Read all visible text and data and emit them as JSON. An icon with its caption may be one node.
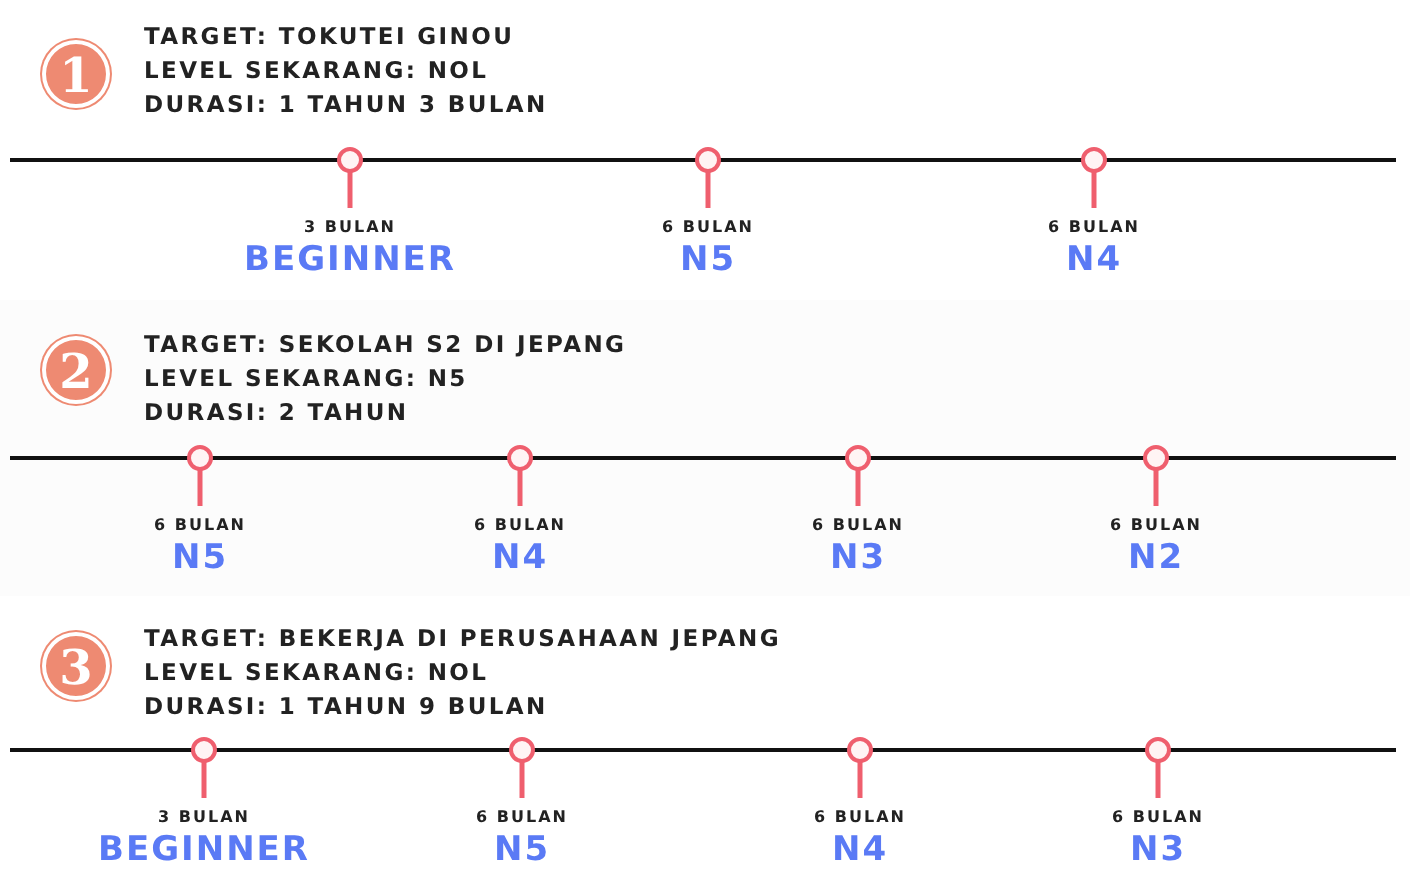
{
  "diagram": {
    "nodes": [
      {
        "text": [
          "1"
        ],
        "beside": [
          "TARGET: TOKUTEI GINOU",
          "LEVEL SEKARANG: NOL",
          "DURASI: 1 TAHUN 3 BULAN"
        ]
      },
      {
        "text": [],
        "shape": "circle",
        "beside": [
          "3 BULAN",
          "BEGINNER"
        ]
      },
      {
        "text": [],
        "shape": "circle",
        "beside": [
          "6 BULAN",
          "N5"
        ]
      },
      {
        "text": [],
        "shape": "circle",
        "beside": [
          "6 BULAN",
          "N4"
        ]
      },
      {
        "text": [
          "2"
        ],
        "beside": [
          "TARGET: SEKOLAH S2 DI JEPANG",
          "LEVEL SEKARANG: N5",
          "DURASI: 2 TAHUN"
        ]
      },
      {
        "text": [],
        "shape": "circle",
        "beside": [
          "6 BULAN",
          "N5"
        ]
      },
      {
        "text": [],
        "shape": "circle",
        "beside": [
          "6 BULAN",
          "N4"
        ]
      },
      {
        "text": [],
        "shape": "circle",
        "beside": [
          "6 BULAN",
          "N3"
        ]
      },
      {
        "text": [],
        "shape": "circle",
        "beside": [
          "6 BULAN",
          "N2"
        ]
      },
      {
        "text": [
          "3"
        ],
        "beside": [
          "TARGET: BEKERJA DI PERUSAHAAN JEPANG",
          "LEVEL SEKARANG: NOL",
          "DURASI: 1 TAHUN 9 BULAN"
        ]
      },
      {
        "text": [],
        "shape": "circle",
        "beside": [
          "3 BULAN",
          "BEGINNER"
        ]
      },
      {
        "text": [],
        "shape": "circle",
        "beside": [
          "6 BULAN",
          "N5"
        ]
      },
      {
        "text": [],
        "shape": "circle",
        "beside": [
          "6 BULAN",
          "N4"
        ]
      },
      {
        "text": [],
        "shape": "circle",
        "beside": [
          "6 BULAN",
          "N3"
        ]
      }
    ]
  }
}
